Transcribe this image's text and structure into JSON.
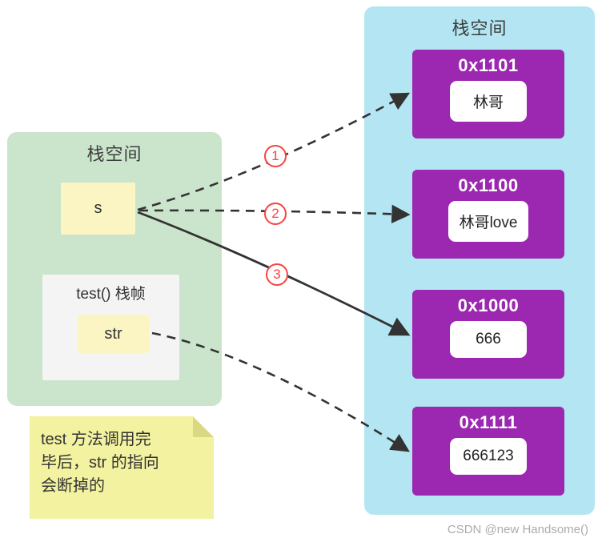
{
  "left_panel": {
    "title": "栈空间",
    "s_label": "s",
    "frame_title": "test() 栈帧",
    "str_label": "str"
  },
  "right_panel": {
    "title": "栈空间",
    "cells": [
      {
        "address": "0x1101",
        "value": "林哥"
      },
      {
        "address": "0x1100",
        "value": "林哥love"
      },
      {
        "address": "0x1000",
        "value": "666"
      },
      {
        "address": "0x1111",
        "value": "666123"
      }
    ]
  },
  "arrows": [
    {
      "label": "1",
      "from": "s",
      "to": "0x1101",
      "style": "dashed"
    },
    {
      "label": "2",
      "from": "s",
      "to": "0x1100",
      "style": "dashed"
    },
    {
      "label": "3",
      "from": "s",
      "to": "0x1000",
      "style": "solid"
    },
    {
      "label": "",
      "from": "str",
      "to": "0x1111",
      "style": "dashed"
    }
  ],
  "note": {
    "lines": [
      "test 方法调用完",
      "毕后，str 的指向",
      "会断掉的"
    ]
  },
  "watermark": "CSDN @new Handsome()",
  "colors": {
    "panel_cyan": "#b3e6f2",
    "panel_green": "#cbe5cc",
    "cell_purple": "#9c28b1",
    "box_yellow": "#fbf5c3",
    "note_yellow": "#f2f2a0",
    "note_fold": "#d9d983",
    "arrow": "#333333",
    "label_red": "#f8433f"
  }
}
